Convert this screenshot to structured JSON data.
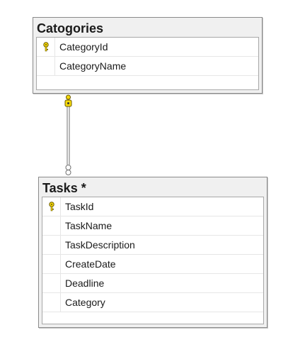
{
  "diagram": {
    "tables": [
      {
        "name": "Catogories",
        "columns": [
          {
            "name": "CategoryId",
            "primary_key": true
          },
          {
            "name": "CategoryName",
            "primary_key": false
          }
        ]
      },
      {
        "name": "Tasks *",
        "columns": [
          {
            "name": "TaskId",
            "primary_key": true
          },
          {
            "name": "TaskName",
            "primary_key": false
          },
          {
            "name": "TaskDescription",
            "primary_key": false
          },
          {
            "name": "CreateDate",
            "primary_key": false
          },
          {
            "name": "Deadline",
            "primary_key": false
          },
          {
            "name": "Category",
            "primary_key": false
          }
        ]
      }
    ],
    "relationship": {
      "from_table": "Catogories",
      "to_table": "Tasks *",
      "from_end": "key-one",
      "to_end": "infinity-many"
    },
    "colors": {
      "key": "#f5d90a",
      "key_outline": "#6b5a00",
      "line": "#707070"
    }
  }
}
